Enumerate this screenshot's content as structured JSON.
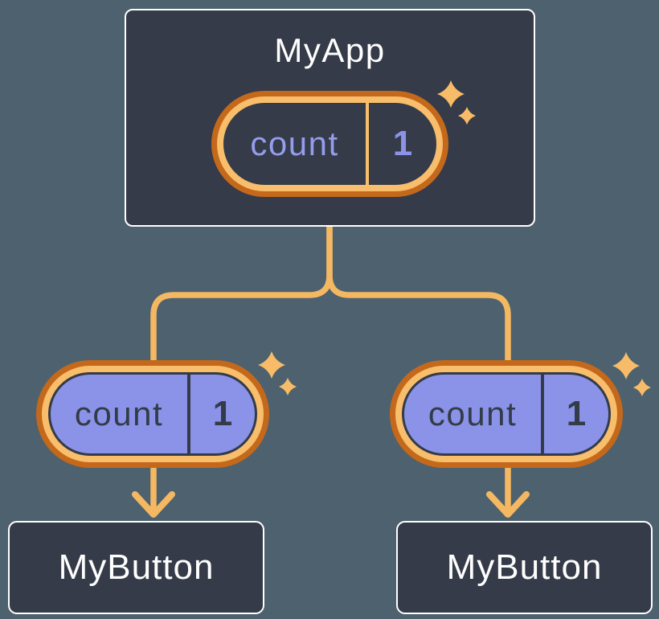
{
  "diagram": {
    "root": {
      "title": "MyApp",
      "state": {
        "label": "count",
        "value": "1"
      }
    },
    "children": [
      {
        "title": "MyButton",
        "state": {
          "label": "count",
          "value": "1"
        }
      },
      {
        "title": "MyButton",
        "state": {
          "label": "count",
          "value": "1"
        }
      }
    ]
  },
  "colors": {
    "background": "#4D626E",
    "node_fill": "#353B48",
    "node_border": "#FFFFFF",
    "title_text": "#FFFFFF",
    "pill_fill_periwinkle": "#8A93E8",
    "pill_dark_text": "#343B48",
    "pill_light_label": "#949DEB",
    "pill_light_value": "#8A93E8",
    "ring_outer_orange": "#C4681B",
    "ring_inner_orange": "#F8BE6C",
    "connector_line": "#F4B862",
    "sparkle": "#F8BC69"
  },
  "icons": {
    "sparkle": "✦",
    "arrowhead": "∨"
  }
}
